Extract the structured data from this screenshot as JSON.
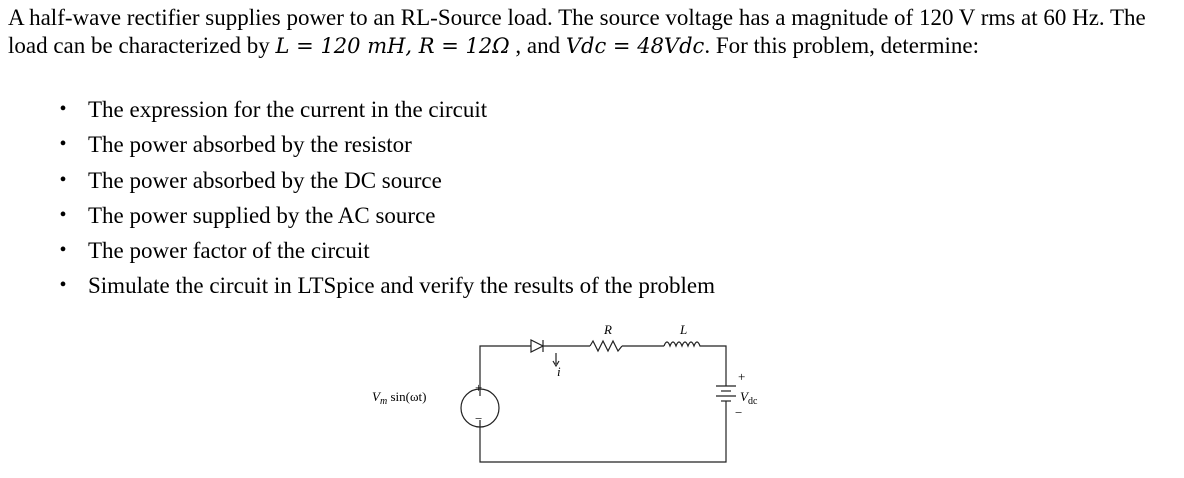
{
  "problem": {
    "intro_1": "A half-wave rectifier supplies power to an RL-Source load. The source voltage has a magnitude of 120 V rms at 60 Hz. The load can be characterized by ",
    "L_expr": "L = 120 mH, R = 12Ω",
    "intro_2": " , and ",
    "Vdc_expr": "Vdc = 48Vdc",
    "intro_3": ". For this problem, determine:"
  },
  "tasks": [
    "The expression for the current in the circuit",
    "The power absorbed by the resistor",
    "The power absorbed by the DC source",
    "The power supplied by the AC source",
    "The power factor of the circuit",
    "Simulate the circuit in LTSpice and verify the results of the problem"
  ],
  "bullet": "•",
  "circuit": {
    "source_label_V": "V",
    "source_label_m": "m",
    "source_label_rest": " sin(ωt)",
    "resistor_label": "R",
    "inductor_label": "L",
    "current_label": "i",
    "dc_label_V": "V",
    "dc_label_sub": "dc",
    "plus_sign": "+",
    "minus_sign": "−"
  }
}
